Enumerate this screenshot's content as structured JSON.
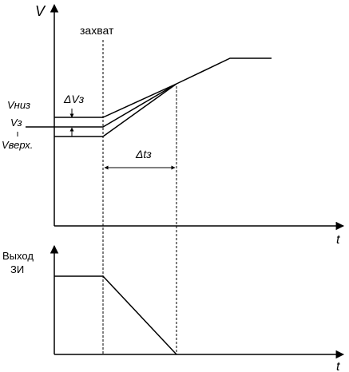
{
  "labels": {
    "v_axis": "V",
    "t_axis_top": "t",
    "t_axis_bottom": "t",
    "capture": "захват",
    "v_low": "Vниз",
    "v_z": "Vз",
    "v_up": "Vверх.",
    "delta_vz": "ΔVз",
    "delta_tz": "Δtз",
    "output_line1": "Выход",
    "output_line2": "ЗИ"
  }
}
